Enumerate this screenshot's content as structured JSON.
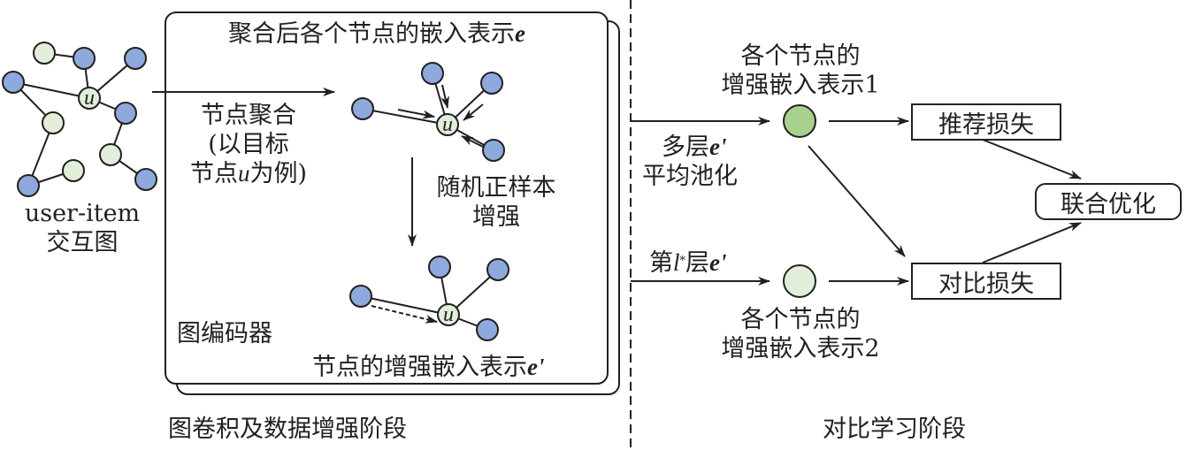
{
  "colors": {
    "user_node": "#8ea9db",
    "item_node": "#e1eed9",
    "enhanced_node_1": "#a9d18e",
    "enhanced_node_2": "#e1eed9",
    "stroke": "#231f20"
  },
  "input_graph": {
    "center_label": "u",
    "caption_line1": "user-item",
    "caption_line2": "交互图"
  },
  "encoder_panel": {
    "title_prefix": "聚合后各个节点的嵌入表示",
    "title_symbol": "e",
    "aggregation_line1": "节点聚合",
    "aggregation_line2": "(以目标",
    "aggregation_line3_prefix": "节点",
    "aggregation_line3_symbol": "u",
    "aggregation_line3_suffix": "为例)",
    "augment_line1": "随机正样本",
    "augment_line2": "增强",
    "encoder_label": "图编码器",
    "enhanced_prefix": "节点的增强嵌入表示",
    "enhanced_symbol": "e'",
    "node_center_label": "u"
  },
  "stage_labels": {
    "left": "图卷积及数据增强阶段",
    "right": "对比学习阶段"
  },
  "contrastive": {
    "view1_label_line1": "各个节点的",
    "view1_label_line2": "增强嵌入表示1",
    "view1_input_line1_prefix": "多层",
    "view1_input_line1_symbol": "e'",
    "view1_input_line2": "平均池化",
    "view2_input_prefix": "第",
    "view2_input_l": "l",
    "view2_input_star": "*",
    "view2_input_mid": "层",
    "view2_input_symbol": "e'",
    "view2_label_line1": "各个节点的",
    "view2_label_line2": "增强嵌入表示2",
    "rec_loss": "推荐损失",
    "con_loss": "对比损失",
    "joint_opt": "联合优化"
  }
}
